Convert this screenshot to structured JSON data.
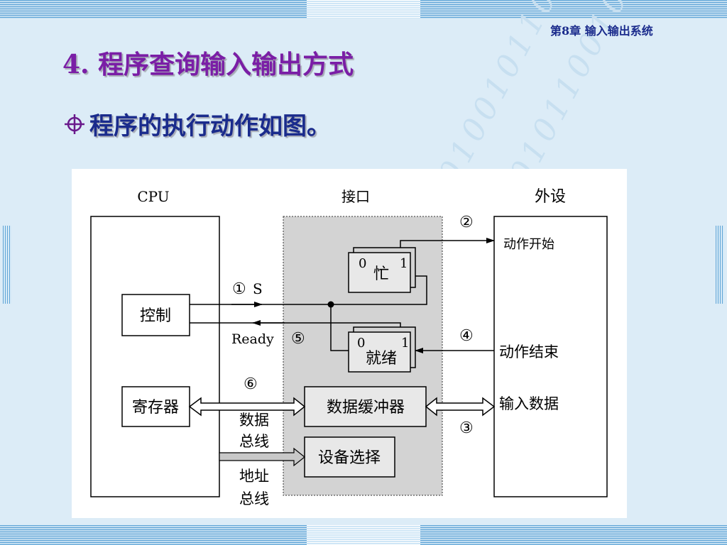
{
  "header": {
    "chapter": "第8章 输入输出系统"
  },
  "title": "4. 程序查询输入输出方式",
  "bullet": {
    "icon": "crosshair-bullet-icon",
    "text": "程序的执行动作如图。"
  },
  "diagram": {
    "cpu_label": "CPU",
    "interface_label": "接口",
    "device_label": "外设",
    "control": "控制",
    "register": "寄存器",
    "busy": {
      "label": "忙",
      "left_bit": "0",
      "right_bit": "1"
    },
    "ready_ff": {
      "label": "就绪",
      "left_bit": "0",
      "right_bit": "1"
    },
    "data_buffer": "数据缓冲器",
    "device_select": "设备选择",
    "step1": "①",
    "start_signal": "S",
    "step2": "②",
    "action_start": "动作开始",
    "step3": "③",
    "step4": "④",
    "action_end": "动作结束",
    "step5": "⑤",
    "ready_signal": "Ready",
    "step6": "⑥",
    "input_data": "输入数据",
    "data_bus_1": "数据",
    "data_bus_2": "总线",
    "addr_bus_1": "地址",
    "addr_bus_2": "总线"
  }
}
